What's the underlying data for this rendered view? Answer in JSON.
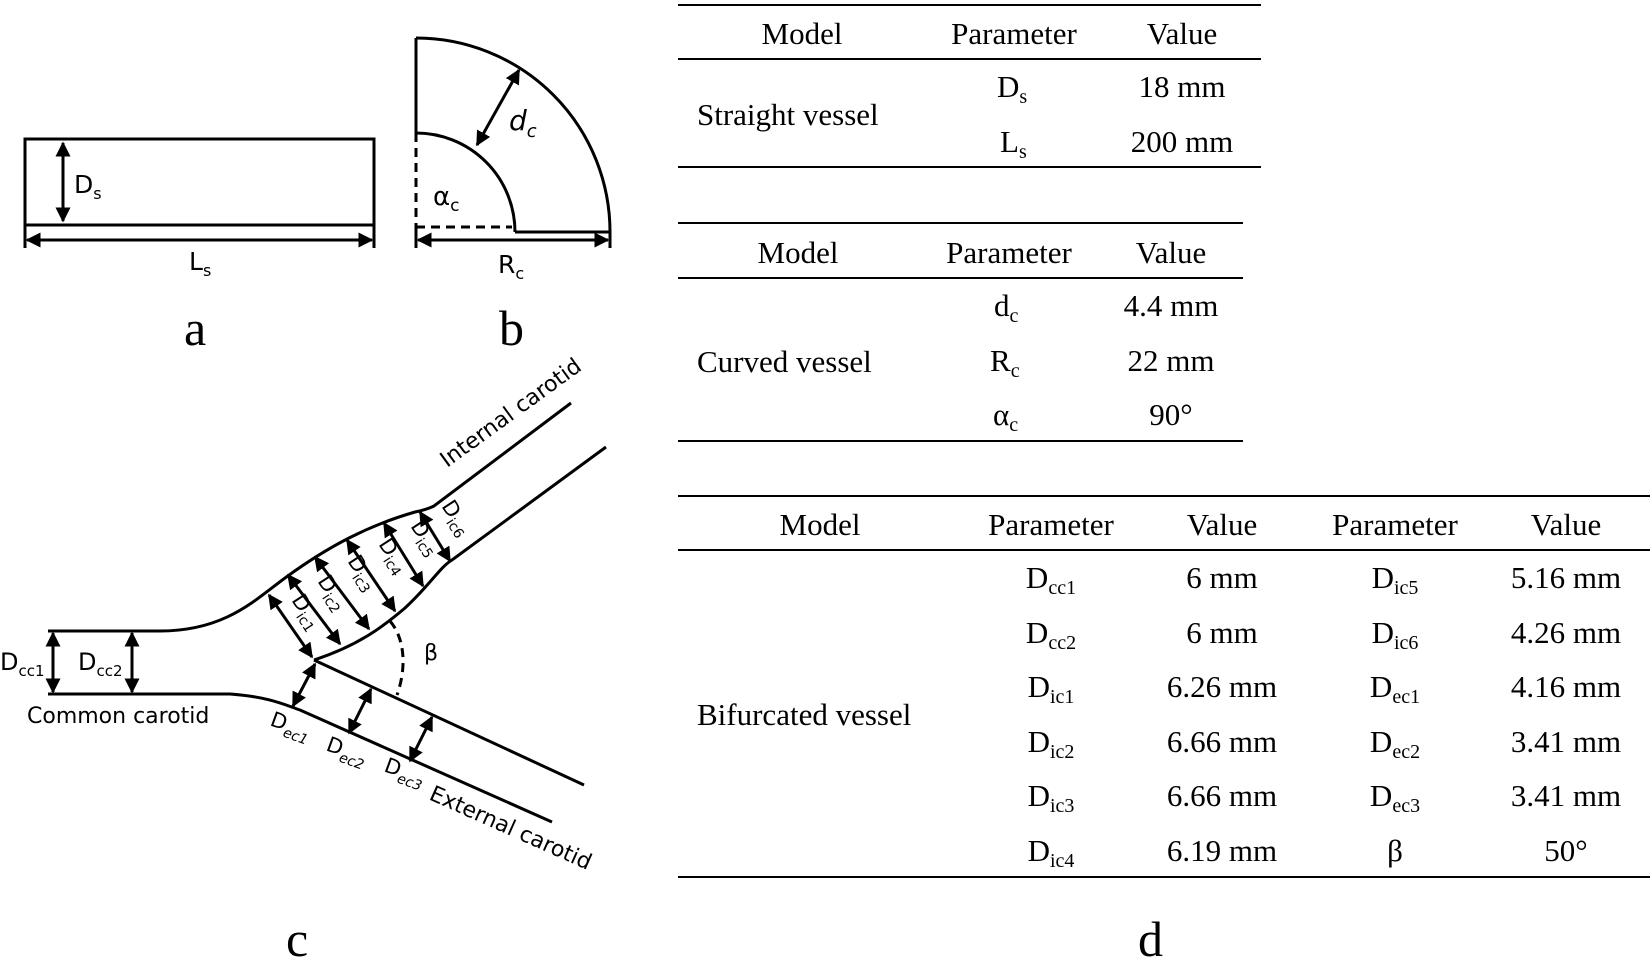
{
  "panel_labels": {
    "a": "a",
    "b": "b",
    "c": "c",
    "d": "d"
  },
  "diagram": {
    "straight": {
      "D": "D",
      "D_sub": "s",
      "L": "L",
      "L_sub": "s"
    },
    "curved": {
      "d": "d",
      "d_sub": "c",
      "alpha": "α",
      "alpha_sub": "c",
      "R": "R",
      "R_sub": "c"
    },
    "bifurcated": {
      "internal": "Internal carotid",
      "common": "Common carotid",
      "external": "External carotid",
      "beta": "β",
      "D": "D",
      "subs": {
        "cc1": "cc1",
        "cc2": "cc2",
        "ic1": "ic1",
        "ic2": "ic2",
        "ic3": "ic3",
        "ic4": "ic4",
        "ic5": "ic5",
        "ic6": "ic6",
        "ec1": "ec1",
        "ec2": "ec2",
        "ec3": "ec3"
      }
    }
  },
  "tables": {
    "straight": {
      "headers": [
        "Model",
        "Parameter",
        "Value"
      ],
      "model": "Straight vessel",
      "rows": [
        {
          "sym": "D",
          "sub": "s",
          "value": "18 mm"
        },
        {
          "sym": "L",
          "sub": "s",
          "value": "200 mm"
        }
      ]
    },
    "curved": {
      "headers": [
        "Model",
        "Parameter",
        "Value"
      ],
      "model": "Curved vessel",
      "rows": [
        {
          "sym": "d",
          "sub": "c",
          "value": "4.4 mm"
        },
        {
          "sym": "R",
          "sub": "c",
          "value": "22 mm"
        },
        {
          "sym": "α",
          "sub": "c",
          "value": "90°"
        }
      ]
    },
    "bifurcated": {
      "headers": [
        "Model",
        "Parameter",
        "Value",
        "Parameter",
        "Value"
      ],
      "model": "Bifurcated vessel",
      "rows": [
        {
          "sym1": "D",
          "sub1": "cc1",
          "val1": "6 mm",
          "sym2": "D",
          "sub2": "ic5",
          "val2": "5.16 mm"
        },
        {
          "sym1": "D",
          "sub1": "cc2",
          "val1": "6 mm",
          "sym2": "D",
          "sub2": "ic6",
          "val2": "4.26 mm"
        },
        {
          "sym1": "D",
          "sub1": "ic1",
          "val1": "6.26 mm",
          "sym2": "D",
          "sub2": "ec1",
          "val2": "4.16 mm"
        },
        {
          "sym1": "D",
          "sub1": "ic2",
          "val1": "6.66 mm",
          "sym2": "D",
          "sub2": "ec2",
          "val2": "3.41 mm"
        },
        {
          "sym1": "D",
          "sub1": "ic3",
          "val1": "6.66 mm",
          "sym2": "D",
          "sub2": "ec3",
          "val2": "3.41 mm"
        },
        {
          "sym1": "D",
          "sub1": "ic4",
          "val1": "6.19 mm",
          "sym2": "β",
          "sub2": "",
          "val2": "50°"
        }
      ]
    }
  }
}
